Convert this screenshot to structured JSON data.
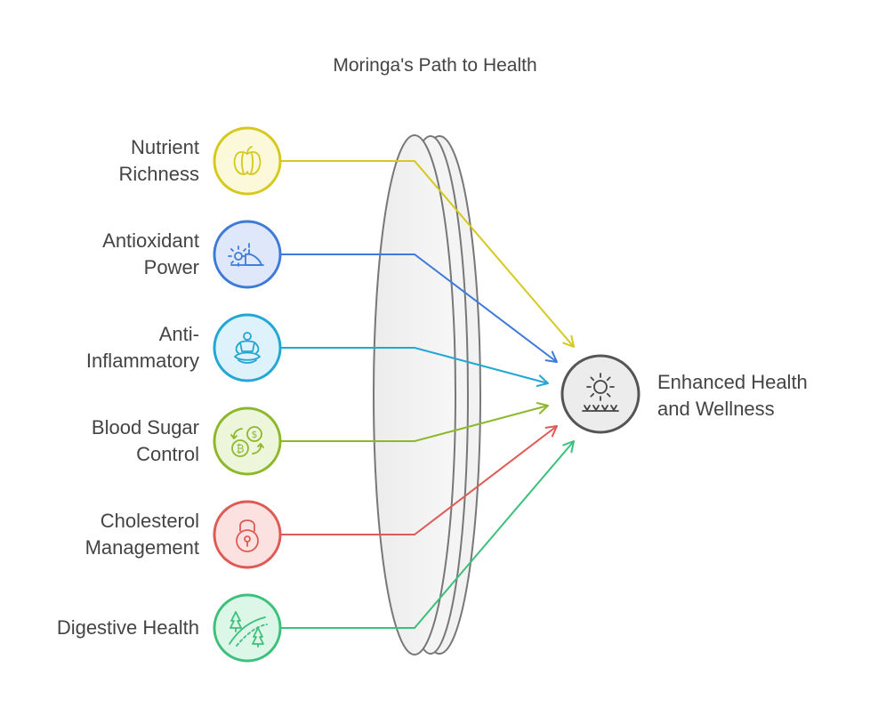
{
  "title": "Moringa's Path to Health",
  "sources": [
    {
      "lines": [
        "Nutrient",
        "Richness"
      ],
      "icon": "pepper-icon",
      "color": "#D4C91C",
      "fill": "#FBF9DA"
    },
    {
      "lines": [
        "Antioxidant",
        "Power"
      ],
      "icon": "sunrise-icon",
      "color": "#3E7BD8",
      "fill": "#DEE8FA"
    },
    {
      "lines": [
        "Anti-",
        "Inflammatory"
      ],
      "icon": "meditation-icon",
      "color": "#22A6D4",
      "fill": "#DDF2FA"
    },
    {
      "lines": [
        "Blood Sugar",
        "Control"
      ],
      "icon": "currency-exchange-icon",
      "color": "#8DB82C",
      "fill": "#EDF5DA"
    },
    {
      "lines": [
        "Cholesterol",
        "Management"
      ],
      "icon": "padlock-icon",
      "color": "#DE5A55",
      "fill": "#FBE1E0"
    },
    {
      "lines": [
        "Digestive Health"
      ],
      "icon": "forest-road-icon",
      "color": "#3CC07C",
      "fill": "#DCF6E8"
    }
  ],
  "target": {
    "lines": [
      "Enhanced Health",
      "and Wellness"
    ],
    "icon": "sun-grass-icon",
    "color": "#555555",
    "fill": "#ECECEC"
  }
}
